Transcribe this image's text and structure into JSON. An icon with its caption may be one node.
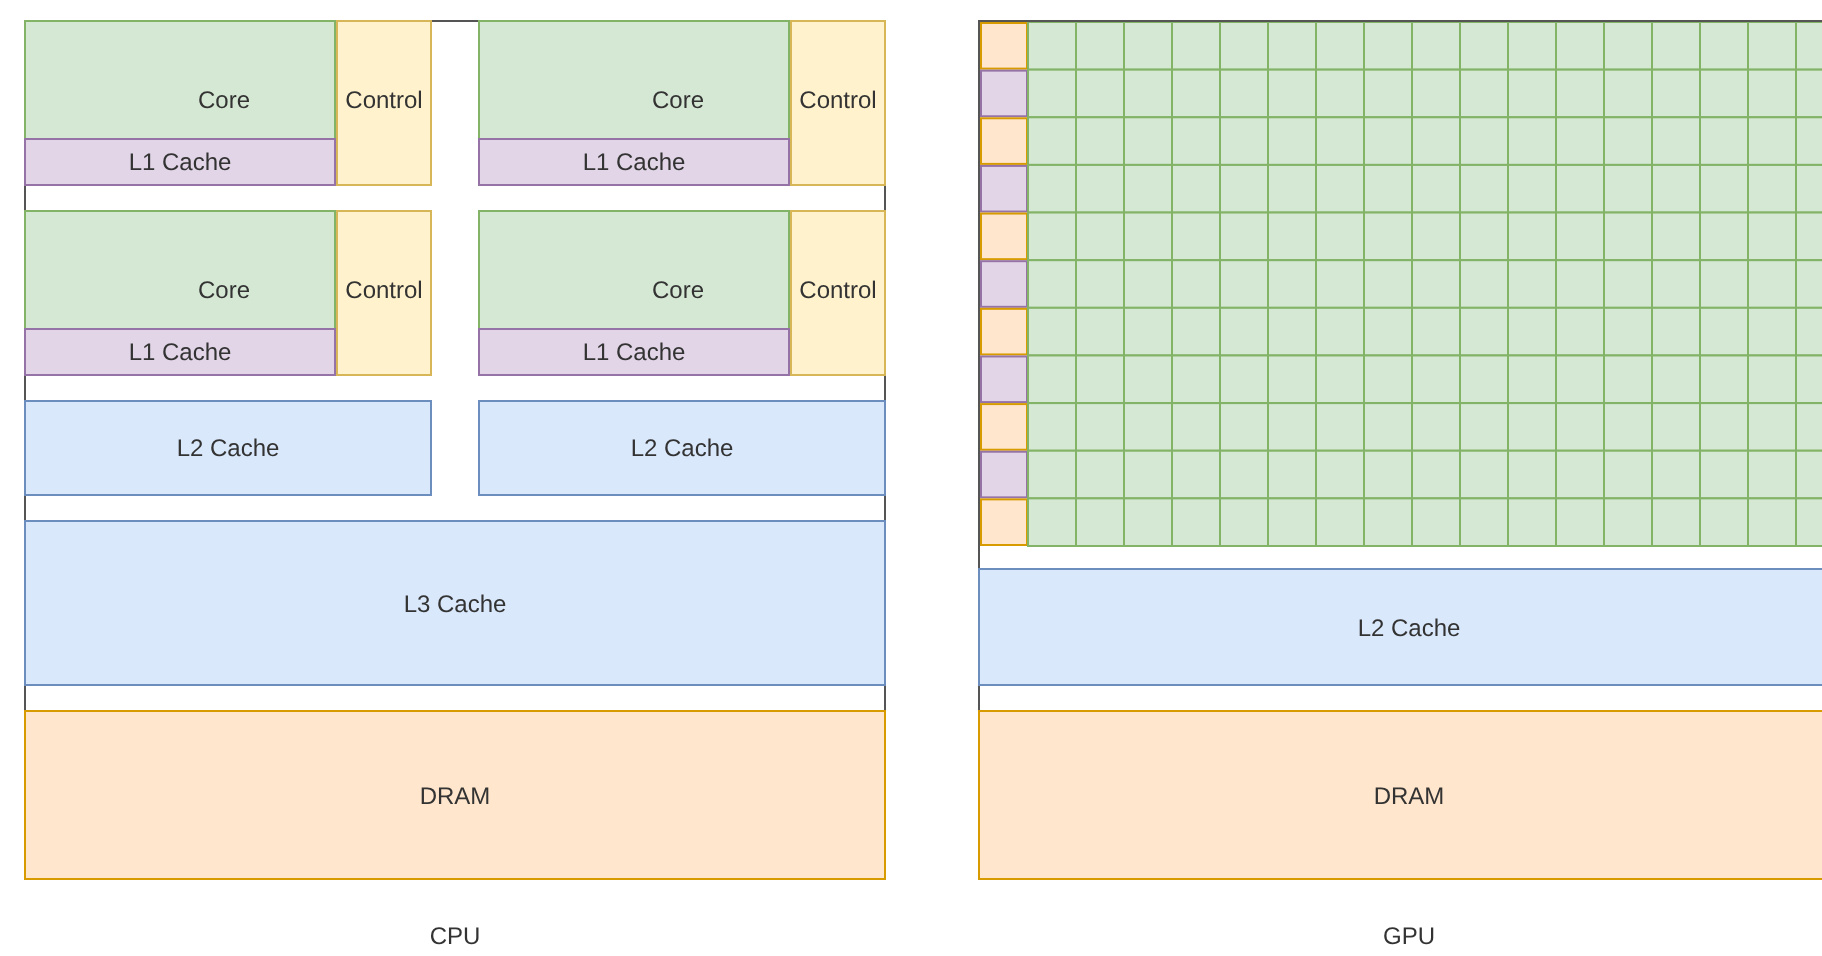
{
  "diagram": {
    "nodes": [
      {
        "text": [
          "CPU"
        ]
      },
      {
        "text": [
          "Core"
        ],
        "in": 0
      },
      {
        "text": [
          "L1 Cache"
        ],
        "in": 1
      },
      {
        "text": [
          "Control"
        ],
        "in": 0
      },
      {
        "text": [
          "Core"
        ],
        "in": 0
      },
      {
        "text": [
          "L1 Cache"
        ],
        "in": 4
      },
      {
        "text": [
          "Control"
        ],
        "in": 0
      },
      {
        "text": [
          "Core"
        ],
        "in": 0
      },
      {
        "text": [
          "L1 Cache"
        ],
        "in": 7
      },
      {
        "text": [
          "Control"
        ],
        "in": 0
      },
      {
        "text": [
          "Core"
        ],
        "in": 0
      },
      {
        "text": [
          "L1 Cache"
        ],
        "in": 10
      },
      {
        "text": [
          "Control"
        ],
        "in": 0
      },
      {
        "text": [
          "L2 Cache"
        ],
        "in": 0
      },
      {
        "text": [
          "L2 Cache"
        ],
        "in": 0
      },
      {
        "text": [
          "L3 Cache"
        ],
        "in": 0
      },
      {
        "text": [
          "DRAM"
        ],
        "in": 0
      },
      {
        "text": [
          "GPU"
        ]
      },
      {
        "text": [
          "L2 Cache"
        ],
        "in": 17
      },
      {
        "text": [
          "DRAM"
        ],
        "in": 17
      }
    ]
  }
}
